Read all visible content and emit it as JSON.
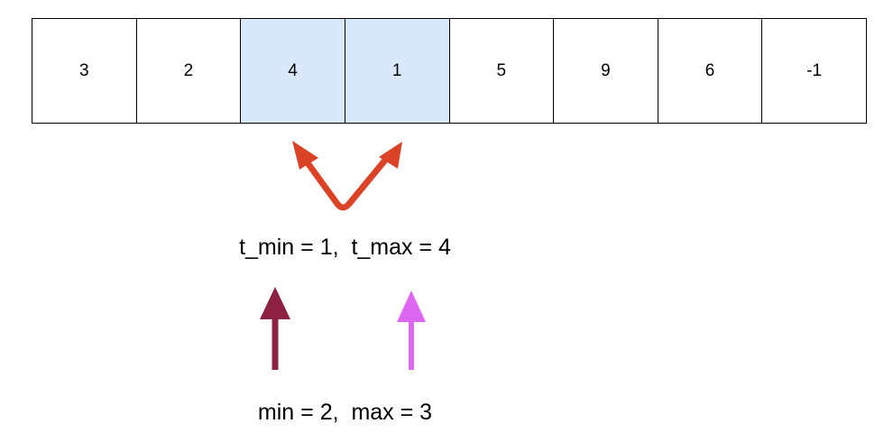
{
  "array": {
    "cells": [
      {
        "value": "3",
        "highlighted": false
      },
      {
        "value": "2",
        "highlighted": false
      },
      {
        "value": "4",
        "highlighted": true
      },
      {
        "value": "1",
        "highlighted": true
      },
      {
        "value": "5",
        "highlighted": false
      },
      {
        "value": "9",
        "highlighted": false
      },
      {
        "value": "6",
        "highlighted": false
      },
      {
        "value": "-1",
        "highlighted": false
      }
    ]
  },
  "labels": {
    "t_line": "t_min = 1,  t_max = 4",
    "line": "min = 2,  max = 3"
  },
  "colors": {
    "highlight": "#dae8fc",
    "swap_arrow": "#db4327",
    "min_arrow": "#8c2142",
    "max_arrow": "#dd66f2"
  }
}
